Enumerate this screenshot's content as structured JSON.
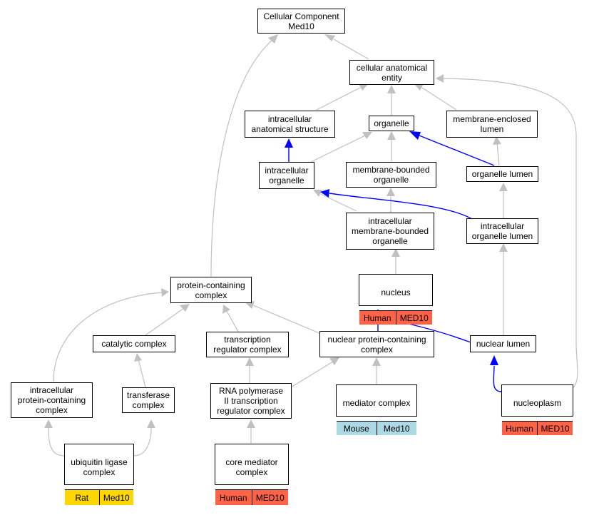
{
  "colors": {
    "edge_gray": "#c0c0c0",
    "edge_blue": "#0000ff",
    "human": "#ff6347",
    "mouse": "#add8e6",
    "rat": "#ffd700"
  },
  "nodes": {
    "cellular_component": "Cellular Component\nMed10",
    "cellular_anatomical_entity": "cellular anatomical\nentity",
    "intracellular_anatomical_structure": "intracellular\nanatomical structure",
    "organelle": "organelle",
    "membrane_enclosed_lumen": "membrane-enclosed\nlumen",
    "intracellular_organelle": "intracellular\norganelle",
    "membrane_bounded_organelle": "membrane-bounded\norganelle",
    "organelle_lumen": "organelle lumen",
    "intracellular_membrane_bounded_organelle": "intracellular\nmembrane-bounded\norganelle",
    "intracellular_organelle_lumen": "intracellular\norganelle lumen",
    "nucleus": {
      "label": "nucleus",
      "species": "Human",
      "gene": "MED10"
    },
    "protein_containing_complex": "protein-containing\ncomplex",
    "catalytic_complex": "catalytic complex",
    "transcription_regulator_complex": "transcription\nregulator complex",
    "nuclear_protein_containing_complex": "nuclear protein-containing\ncomplex",
    "nuclear_lumen": "nuclear lumen",
    "intracellular_protein_containing_complex": "intracellular\nprotein-containing\ncomplex",
    "transferase_complex": "transferase\ncomplex",
    "rna_pol_ii_complex": "RNA polymerase\nII transcription\nregulator complex",
    "mediator_complex": {
      "label": "mediator complex",
      "species": "Mouse",
      "gene": "Med10"
    },
    "nucleoplasm": {
      "label": "nucleoplasm",
      "species": "Human",
      "gene": "MED10"
    },
    "ubiquitin_ligase_complex": {
      "label": "ubiquitin ligase\ncomplex",
      "species": "Rat",
      "gene": "Med10"
    },
    "core_mediator_complex": {
      "label": "core mediator\ncomplex",
      "species": "Human",
      "gene": "MED10"
    }
  }
}
